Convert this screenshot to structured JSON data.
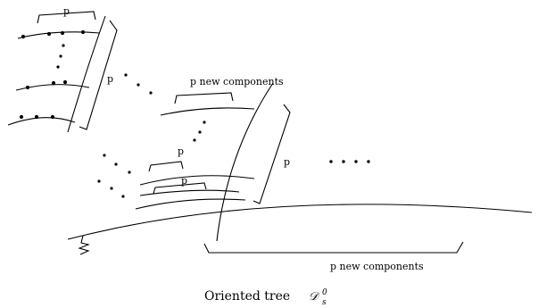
{
  "labels": {
    "top_bracket_p": "p",
    "left_brace_p": "p",
    "new_components_top": "p new components",
    "upper_bracket_p": "p",
    "lower_bracket_p": "p",
    "right_brace_p": "p",
    "new_components_bottom": "p new components"
  },
  "caption": {
    "text": "Oriented tree",
    "symbol": "𝒟",
    "subscript": "s",
    "superscript": "0"
  }
}
